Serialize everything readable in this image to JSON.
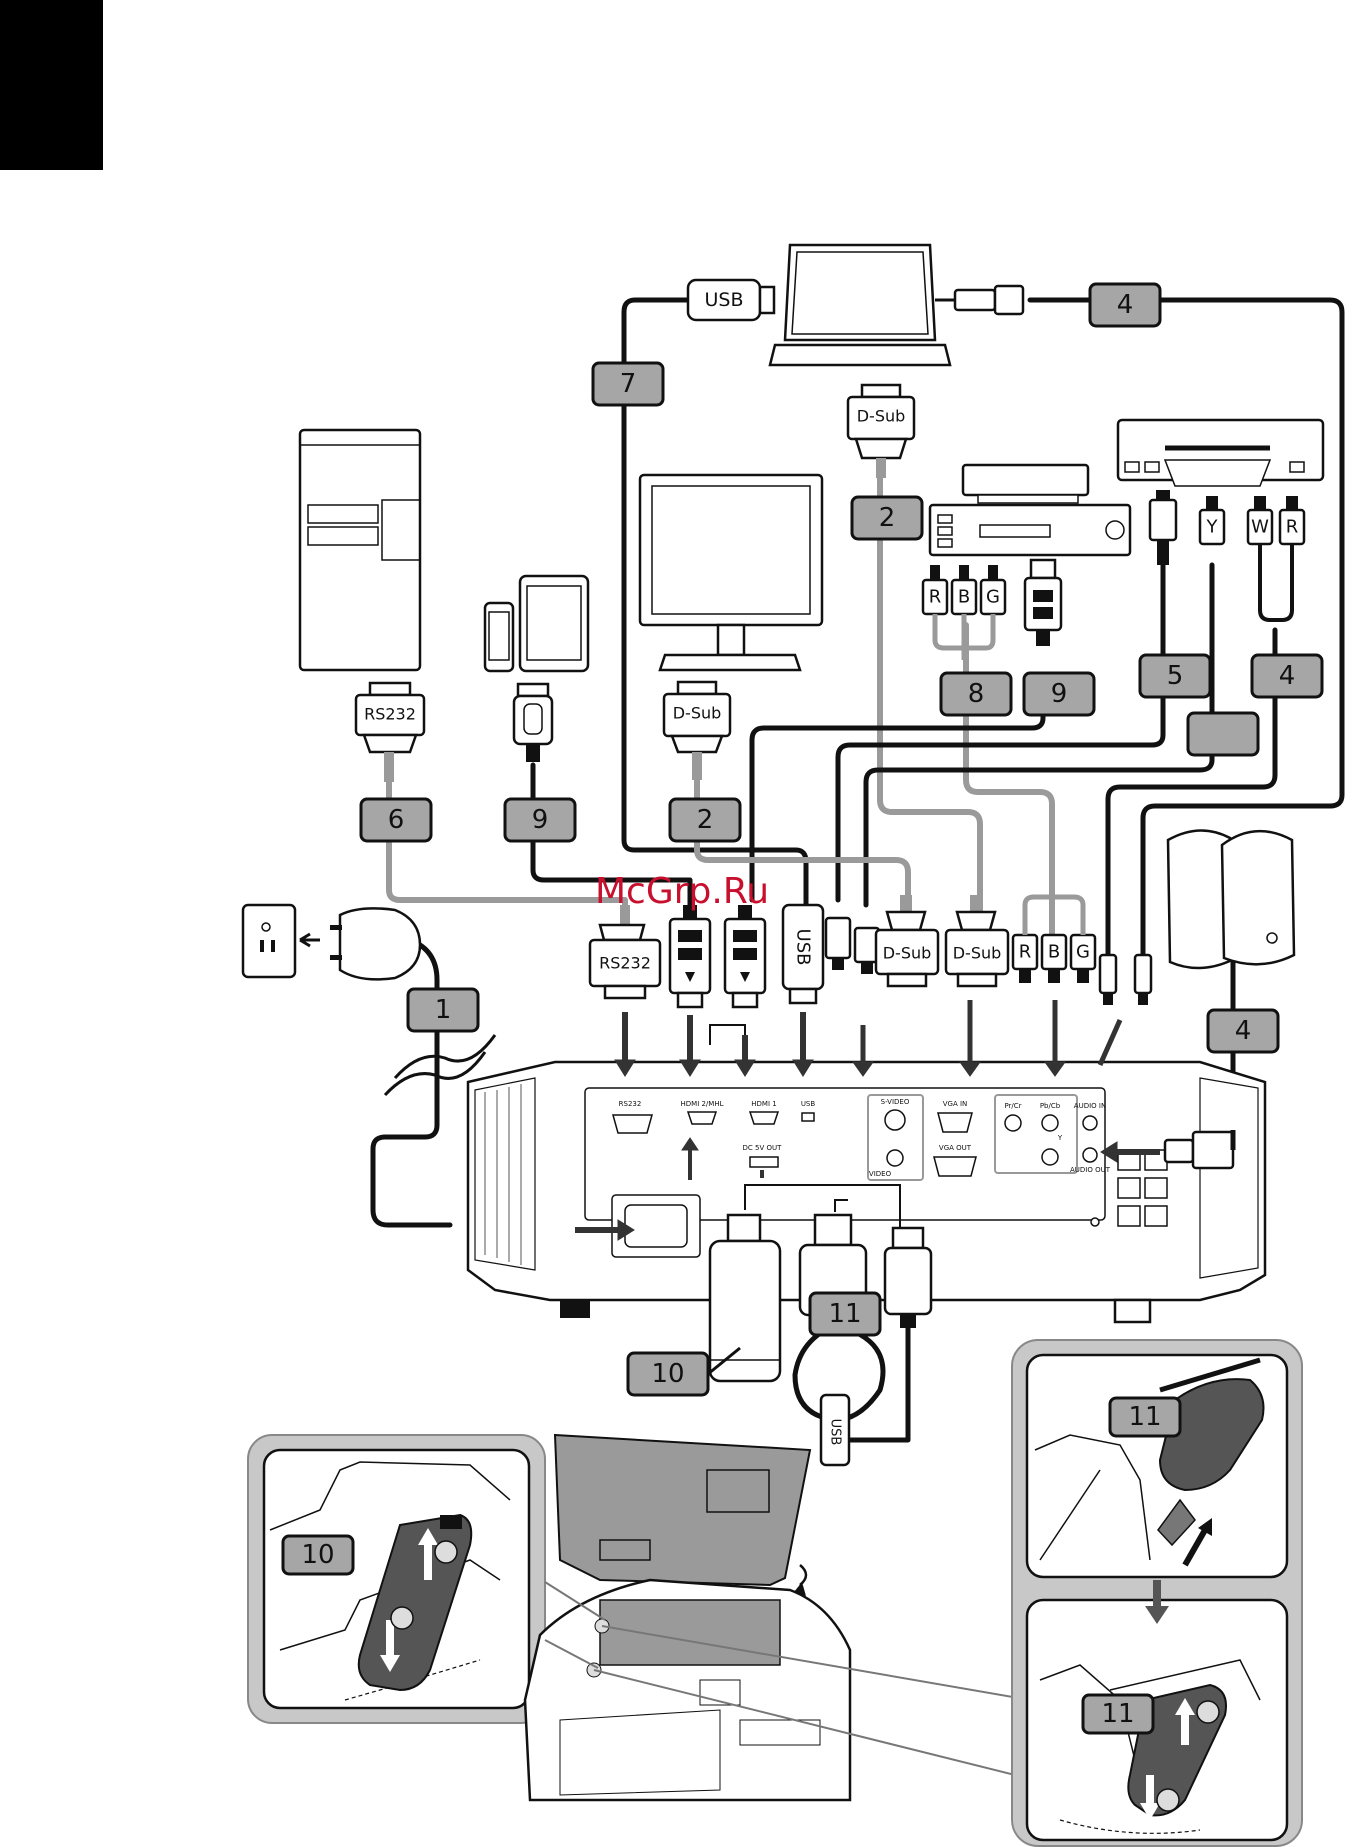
{
  "connectors": {
    "usb_top": "USB",
    "dsub_laptop": "D-Sub",
    "rs232_device": "RS232",
    "dsub_monitor": "D-Sub",
    "rgb_r": "R",
    "rgb_b": "B",
    "rgb_g": "G",
    "audio_w": "W",
    "audio_r": "R",
    "video_y": "Y",
    "rs232_projector": "RS232",
    "usb_projector": "USB",
    "dsub_projector_1": "D-Sub",
    "dsub_projector_2": "D-Sub",
    "comp_r": "R",
    "comp_b": "B",
    "comp_g": "G",
    "usb_stick": "USB"
  },
  "cable_tags": {
    "t7": "7",
    "t4_top": "4",
    "t2_laptop": "2",
    "t8": "8",
    "t9_player": "9",
    "t5": "5",
    "t4_av": "4",
    "t6": "6",
    "t9_mobile": "9",
    "t2_monitor": "2",
    "t1": "1",
    "t4_speaker": "4",
    "t11_main": "11",
    "t10_main": "10",
    "t10_inset": "10",
    "t11_inset_top": "11",
    "t11_inset_bottom": "11"
  },
  "projector_ports": {
    "rs232": "RS232",
    "hdmi2": "HDMI 2/MHL",
    "hdmi1": "HDMI 1",
    "usb": "USB",
    "svideo": "S-VIDEO",
    "video": "VIDEO",
    "vga_in": "VGA IN",
    "vga_out": "VGA OUT",
    "dc5v": "DC 5V OUT",
    "pr": "Pr/Cr",
    "pb": "Pb/Cb",
    "y": "Y",
    "audio_in": "AUDIO IN",
    "audio_out": "AUDIO OUT"
  },
  "watermark": "McGrp.Ru"
}
